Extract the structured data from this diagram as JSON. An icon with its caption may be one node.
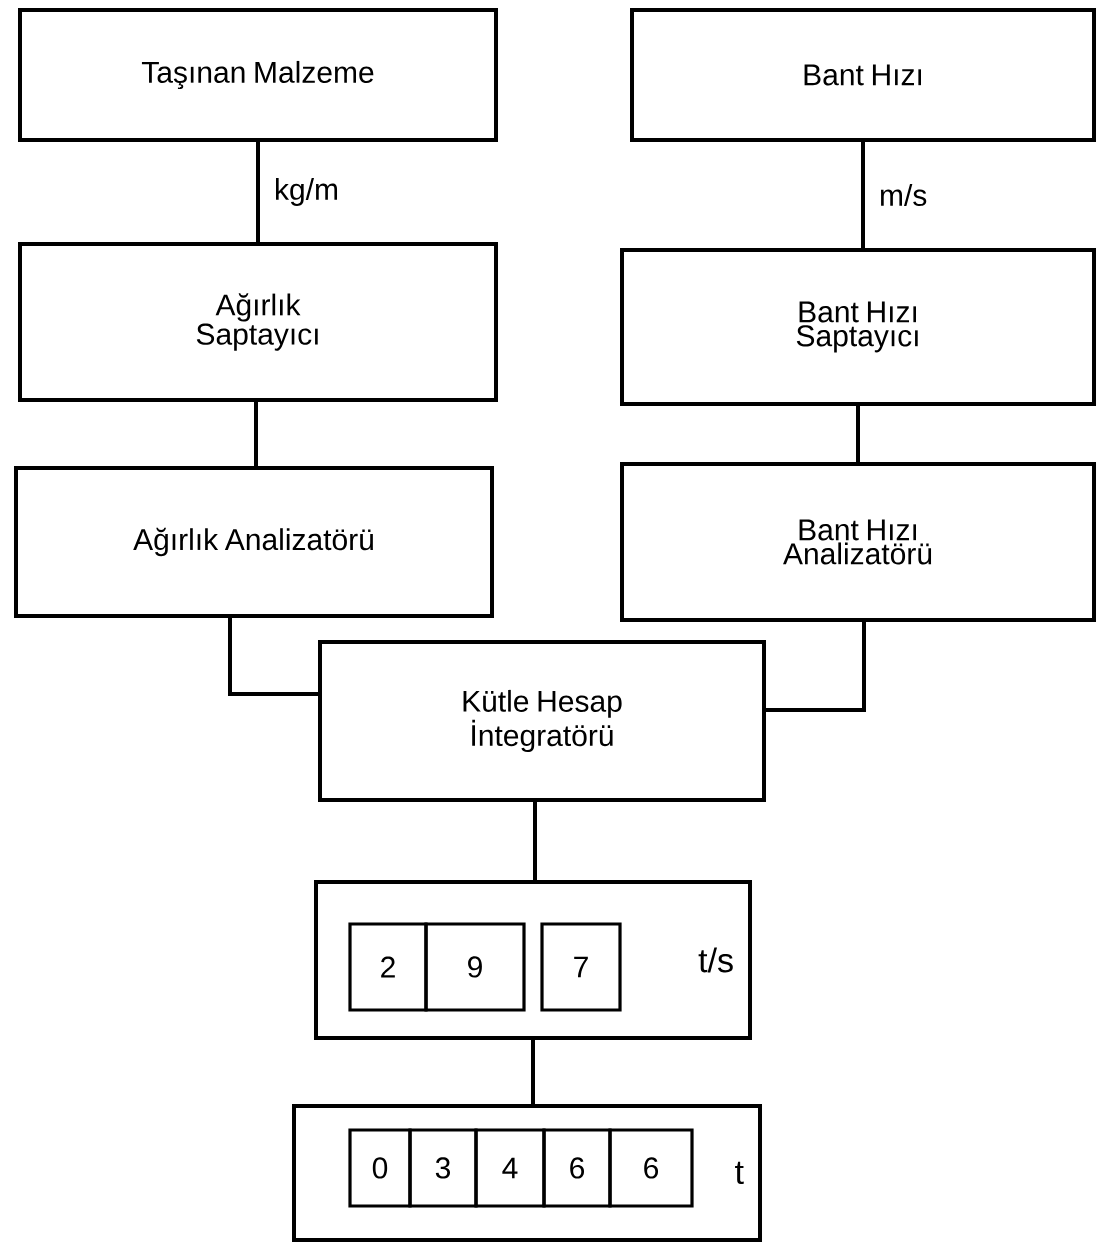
{
  "diagram": {
    "nodes": [
      {
        "text": [
          "Taşınan Malzeme"
        ]
      },
      {
        "text": [
          "Bant Hızı"
        ]
      },
      {
        "text": [
          "Ağırlık Saptayıcı"
        ]
      },
      {
        "text": [
          "Bant Hızı Saptayıcı"
        ]
      },
      {
        "text": [
          "Ağırlık  Analizatörü"
        ]
      },
      {
        "text": [
          "Bant Hızı Analizatörü"
        ]
      },
      {
        "text": [
          "Kütle Hesap İntegratörü"
        ]
      },
      {
        "text": [
          "t/s"
        ]
      },
      {
        "text": [
          "2"
        ],
        "in": 7
      },
      {
        "text": [
          "9"
        ],
        "in": 7
      },
      {
        "text": [
          "7"
        ],
        "in": 7
      },
      {
        "text": [
          "t"
        ]
      },
      {
        "text": [
          "0"
        ],
        "in": 11
      },
      {
        "text": [
          "3"
        ],
        "in": 11
      },
      {
        "text": [
          "4"
        ],
        "in": 11
      },
      {
        "text": [
          "6"
        ],
        "in": 11
      },
      {
        "text": [
          "6"
        ],
        "in": 11
      }
    ],
    "edges": [
      {
        "from": 0,
        "to": 2,
        "arrow": "none",
        "label": "kg/m"
      },
      {
        "from": 1,
        "to": 3,
        "arrow": "none",
        "label": "m/s"
      },
      {
        "from": 2,
        "to": 4,
        "arrow": "none"
      },
      {
        "from": 3,
        "to": 5,
        "arrow": "none"
      },
      {
        "from": 4,
        "to": 6,
        "arrow": "none"
      },
      {
        "from": 5,
        "to": 6,
        "arrow": "none"
      },
      {
        "from": 6,
        "to": 7,
        "arrow": "none"
      },
      {
        "from": 7,
        "to": 11,
        "arrow": "none"
      }
    ]
  }
}
